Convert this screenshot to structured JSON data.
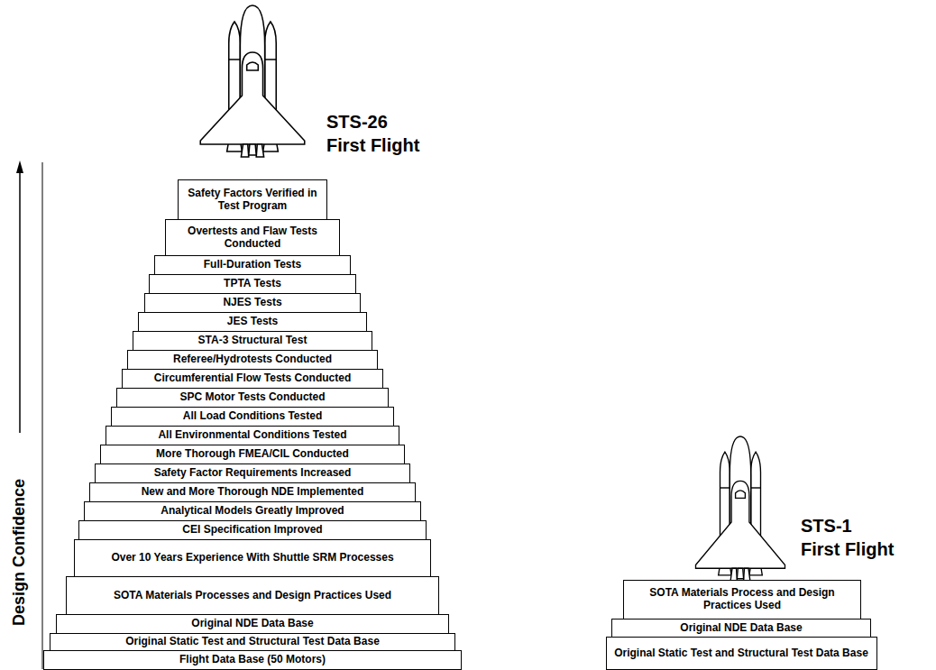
{
  "diagram": {
    "nodes": [
      {
        "text": [
          "Safety Factors Verified in Test Program"
        ]
      },
      {
        "text": [
          "Overtests and Flaw Tests Conducted"
        ]
      },
      {
        "text": [
          "Full-Duration Tests"
        ]
      },
      {
        "text": [
          "TPTA Tests"
        ]
      },
      {
        "text": [
          "NJES Tests"
        ]
      },
      {
        "text": [
          "JES Tests"
        ]
      },
      {
        "text": [
          "STA-3 Structural Test"
        ]
      },
      {
        "text": [
          "Referee/Hydrotests Conducted"
        ]
      },
      {
        "text": [
          "Circumferential Flow Tests Conducted"
        ]
      },
      {
        "text": [
          "SPC Motor Tests Conducted"
        ]
      },
      {
        "text": [
          "All Load Conditions Tested"
        ]
      },
      {
        "text": [
          "All Environmental Conditions Tested"
        ]
      },
      {
        "text": [
          "More Thorough FMEA/CIL Conducted"
        ]
      },
      {
        "text": [
          "Safety Factor Requirements Increased"
        ]
      },
      {
        "text": [
          "New and More Thorough NDE Implemented"
        ]
      },
      {
        "text": [
          "Analytical Models Greatly Improved"
        ]
      },
      {
        "text": [
          "CEI Specification Improved"
        ]
      },
      {
        "text": [
          "Over 10 Years Experience With Shuttle SRM Processes"
        ]
      },
      {
        "text": [
          "SOTA Materials Processes and Design Practices Used"
        ]
      },
      {
        "text": [
          "Original NDE Data Base"
        ]
      },
      {
        "text": [
          "Original Static Test and Structural Test Data Base"
        ]
      },
      {
        "text": [
          "Flight Data Base (50 Motors)"
        ]
      },
      {
        "text": [
          "SOTA Materials Process and Design Practices Used"
        ]
      },
      {
        "text": [
          "Original NDE Data Base"
        ]
      },
      {
        "text": [
          "Original Static Test and Structural Test Data Base"
        ]
      }
    ],
    "labels": [
      "STS-26",
      "First Flight",
      "STS-1",
      "First Flight",
      "Design Confidence"
    ]
  }
}
